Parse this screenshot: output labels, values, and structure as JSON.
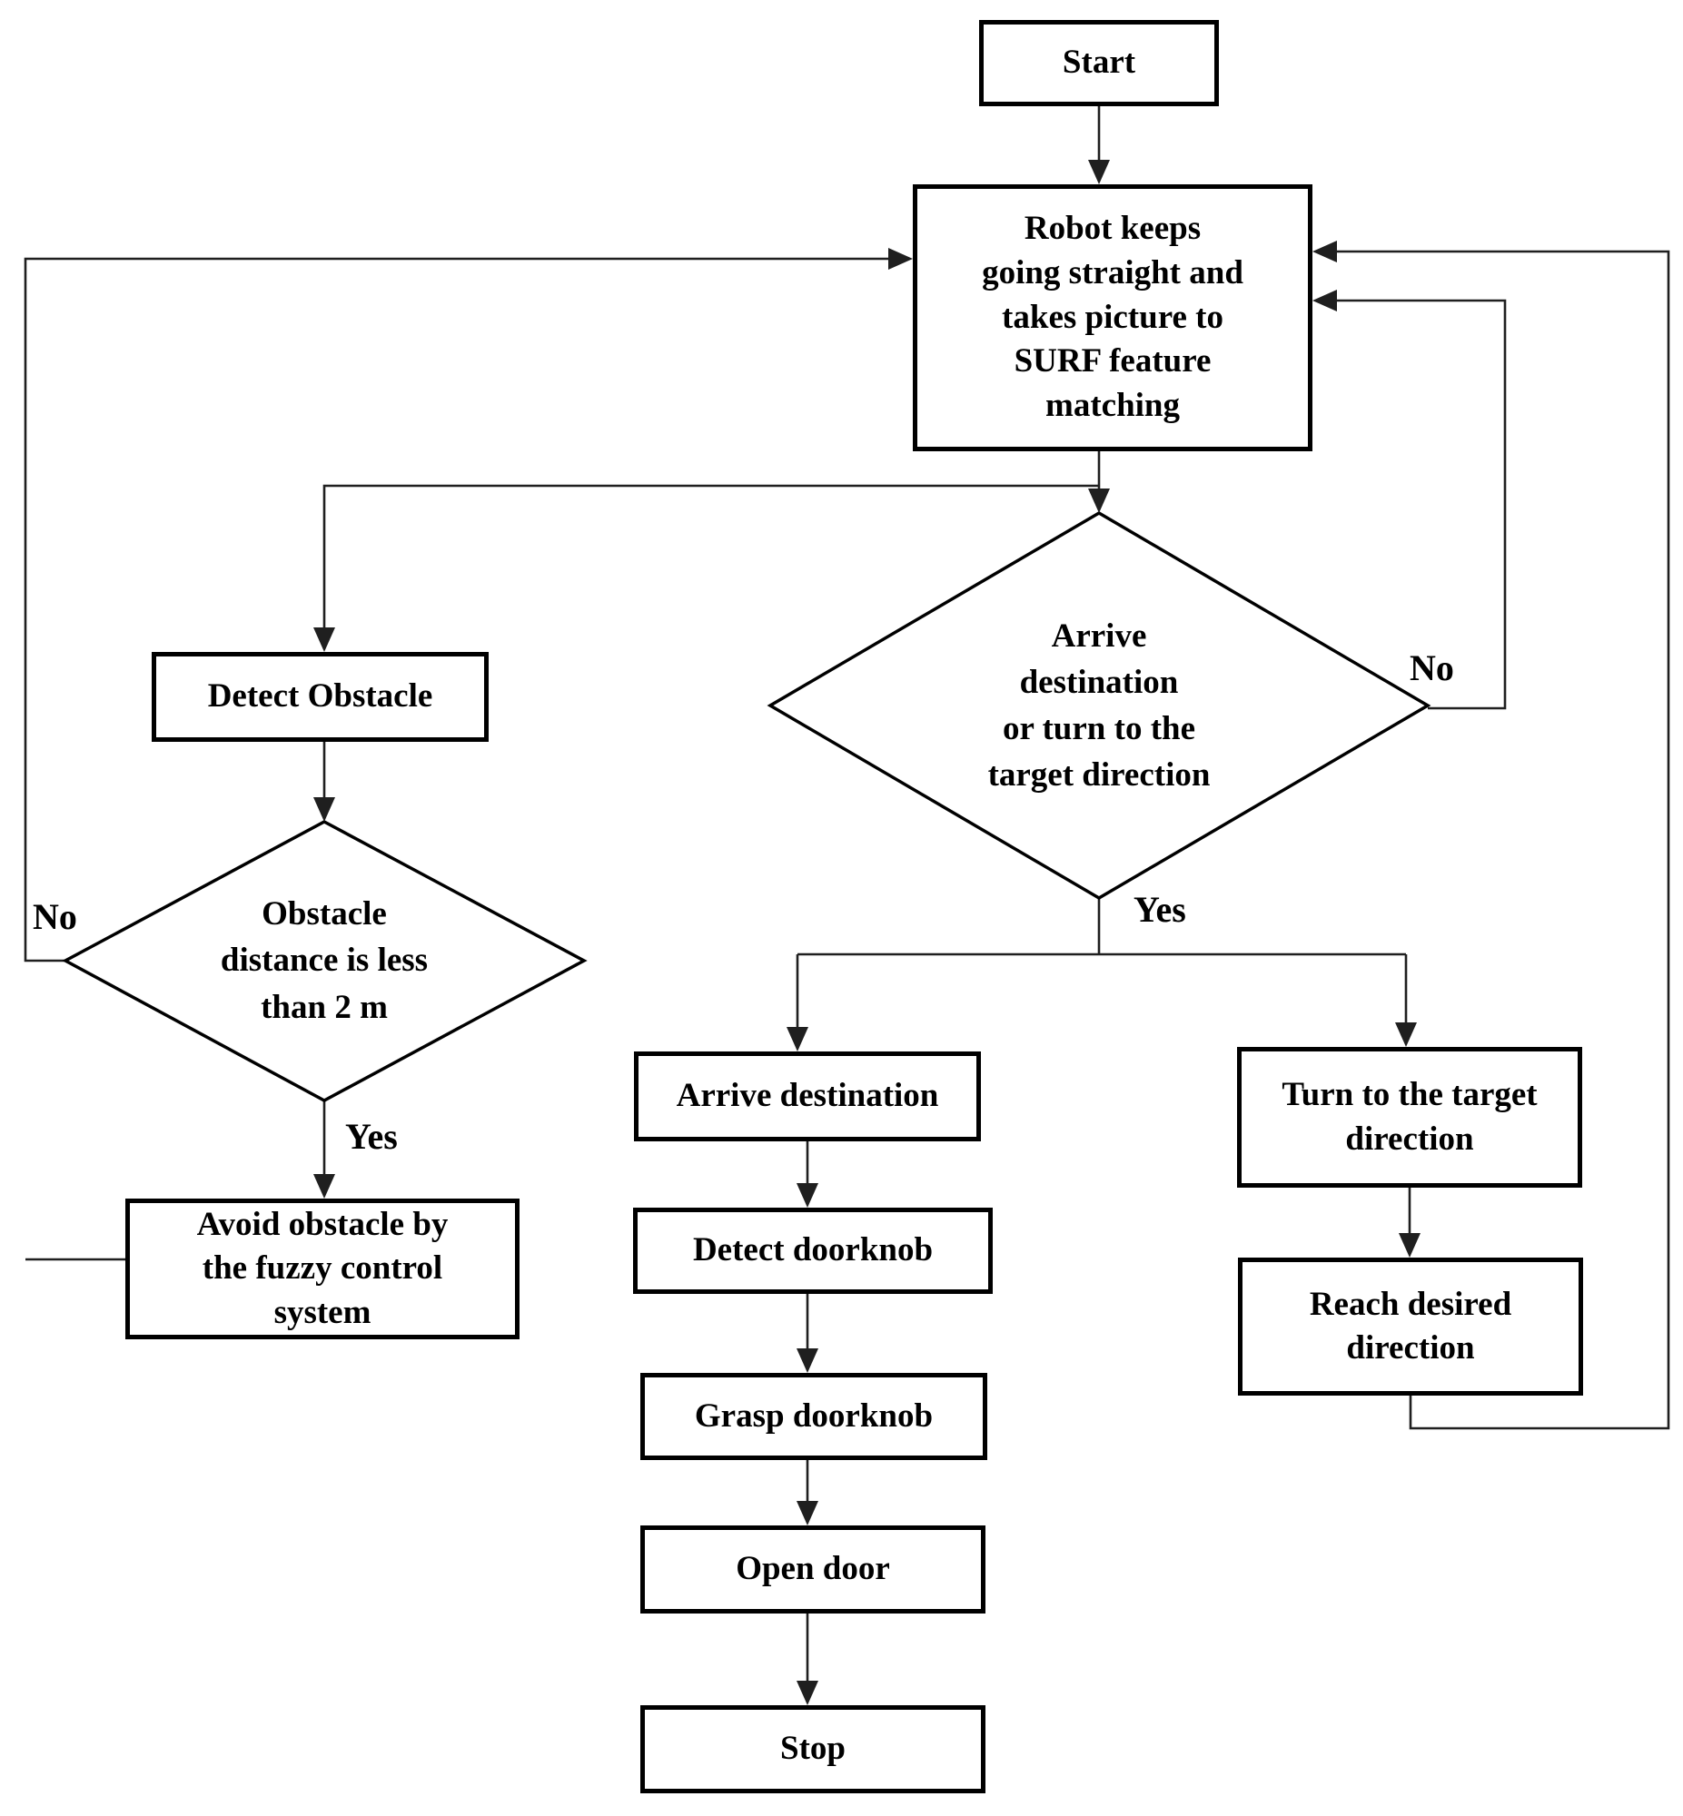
{
  "nodes": {
    "start": {
      "label": "Start"
    },
    "robot": {
      "label": "Robot keeps\ngoing straight and\ntakes picture to\nSURF feature\nmatching"
    },
    "decision_arrive": {
      "label": "Arrive\ndestination\nor turn to the\ntarget direction"
    },
    "detect_obstacle": {
      "label": "Detect Obstacle"
    },
    "decision_obstacle": {
      "label": "Obstacle\ndistance is less\nthan 2 m"
    },
    "avoid_obstacle": {
      "label": "Avoid obstacle by\nthe fuzzy control\nsystem"
    },
    "arrive_destination": {
      "label": "Arrive destination"
    },
    "detect_doorknob": {
      "label": "Detect doorknob"
    },
    "grasp_doorknob": {
      "label": "Grasp doorknob"
    },
    "open_door": {
      "label": "Open door"
    },
    "stop": {
      "label": "Stop"
    },
    "turn_target": {
      "label": "Turn to the target\ndirection"
    },
    "reach_desired": {
      "label": "Reach desired\ndirection"
    }
  },
  "edge_labels": {
    "decision_arrive_no": "No",
    "decision_arrive_yes": "Yes",
    "decision_obstacle_no": "No",
    "decision_obstacle_yes": "Yes"
  },
  "colors": {
    "line": "#1f1f1f",
    "box_border": "#000000",
    "text": "#000000",
    "background": "#ffffff"
  }
}
